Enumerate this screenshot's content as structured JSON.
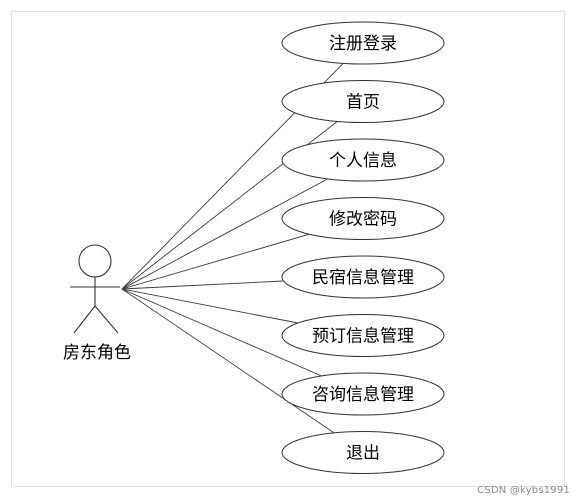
{
  "actor": {
    "label": "房东角色"
  },
  "use_cases": [
    {
      "label": "注册登录"
    },
    {
      "label": "首页"
    },
    {
      "label": "个人信息"
    },
    {
      "label": "修改密码"
    },
    {
      "label": "民宿信息管理"
    },
    {
      "label": "预订信息管理"
    },
    {
      "label": "咨询信息管理"
    },
    {
      "label": "退出"
    }
  ],
  "watermark": "CSDN @kybs1991"
}
